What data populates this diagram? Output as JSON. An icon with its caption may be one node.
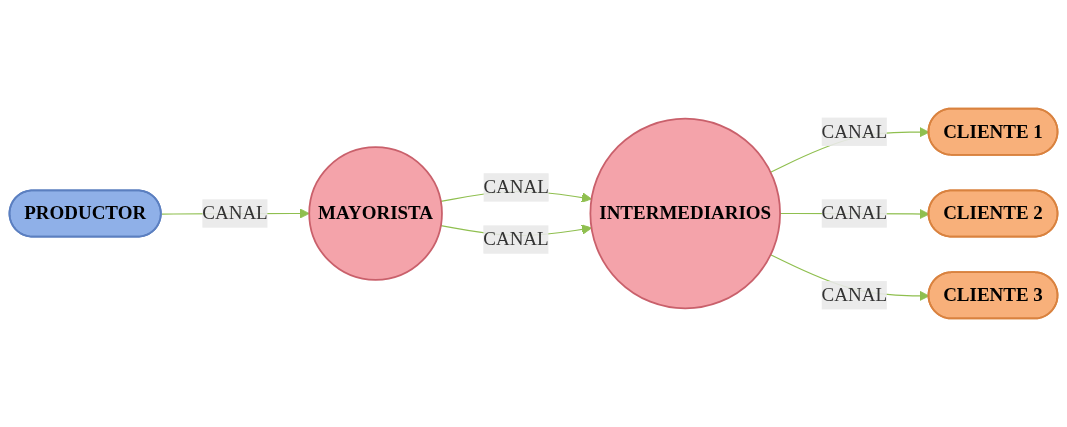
{
  "diagram": {
    "nodes": [
      {
        "text": [
          "PRODUCTOR"
        ]
      },
      {
        "text": [
          "MAYORISTA"
        ]
      },
      {
        "text": [
          "INTERMEDIARIOS"
        ]
      },
      {
        "text": [
          "CLIENTE 1"
        ]
      },
      {
        "text": [
          "CLIENTE 2"
        ]
      },
      {
        "text": [
          "CLIENTE 3"
        ]
      }
    ],
    "edges": [
      {
        "from": 0,
        "to": 1,
        "arrow": "to",
        "label": "CANAL"
      },
      {
        "from": 1,
        "to": 2,
        "arrow": "to",
        "label": "CANAL"
      },
      {
        "from": 1,
        "to": 2,
        "arrow": "to",
        "label": "CANAL"
      },
      {
        "from": 2,
        "to": 3,
        "arrow": "to",
        "label": "CANAL"
      },
      {
        "from": 2,
        "to": 4,
        "arrow": "to",
        "label": "CANAL"
      },
      {
        "from": 2,
        "to": 5,
        "arrow": "to",
        "label": "CANAL"
      }
    ]
  }
}
